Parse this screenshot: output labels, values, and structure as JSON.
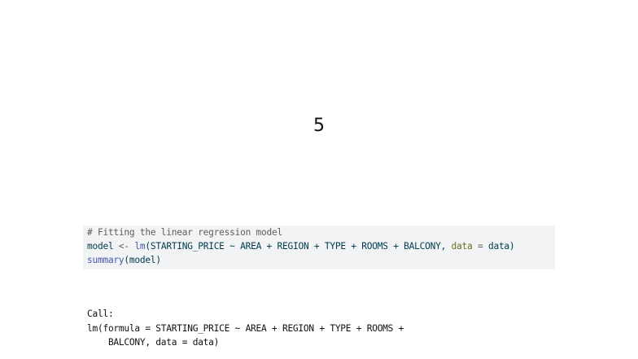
{
  "slide": {
    "page_number": "5"
  },
  "code": {
    "background": "#f1f3f5",
    "colors": {
      "default": "#003b4f",
      "comment": "#5e5e5e",
      "function": "#4758ab",
      "argument": "#657422"
    },
    "line1": {
      "comment": "# Fitting the linear regression model"
    },
    "line2": {
      "lhs": "model ",
      "assign": "<-",
      "sp": " ",
      "fn": "lm",
      "formula": "(STARTING_PRICE ~ AREA + REGION + TYPE + ROOMS + BALCONY, ",
      "arg_name": "data",
      "eq": " = ",
      "arg_val": "data)"
    },
    "line3": {
      "fn": "summary",
      "rest": "(model)"
    }
  },
  "output": {
    "lines": [
      "Call:",
      "lm(formula = STARTING_PRICE ~ AREA + REGION + TYPE + ROOMS +",
      "    BALCONY, data = data)"
    ]
  }
}
